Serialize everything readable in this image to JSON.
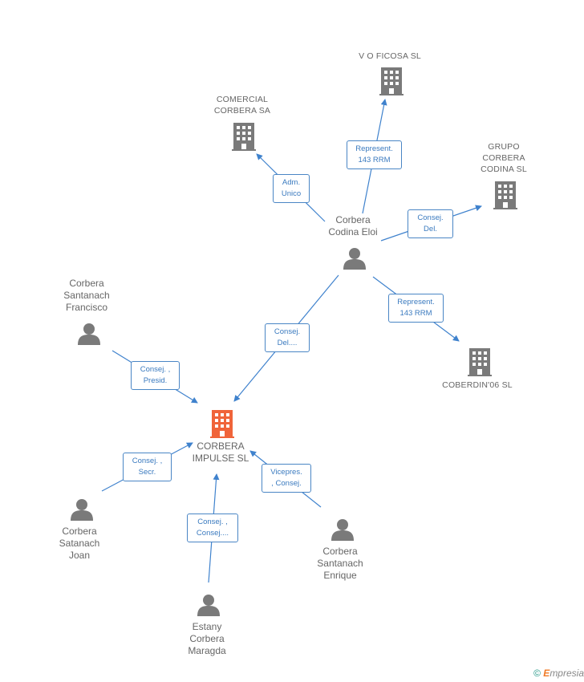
{
  "nodes": {
    "vo_ficosa": {
      "lines": [
        "V O FICOSA SL"
      ],
      "type": "company"
    },
    "comercial_corbera": {
      "lines": [
        "COMERCIAL",
        "CORBERA SA"
      ],
      "type": "company"
    },
    "grupo_corbera": {
      "lines": [
        "GRUPO",
        "CORBERA",
        "CODINA SL"
      ],
      "type": "company"
    },
    "corbera_codina_eloi": {
      "lines": [
        "Corbera",
        "Codina Eloi"
      ],
      "type": "person"
    },
    "coberdin": {
      "lines": [
        "COBERDIN'06 SL"
      ],
      "type": "company"
    },
    "corbera_santanach_francisco": {
      "lines": [
        "Corbera",
        "Santanach",
        "Francisco"
      ],
      "type": "person"
    },
    "corbera_impulse": {
      "lines": [
        "CORBERA",
        "IMPULSE SL"
      ],
      "type": "company",
      "highlight": true
    },
    "corbera_satanach_joan": {
      "lines": [
        "Corbera",
        "Satanach",
        "Joan"
      ],
      "type": "person"
    },
    "corbera_santanach_enrique": {
      "lines": [
        "Corbera",
        "Santanach",
        "Enrique"
      ],
      "type": "person"
    },
    "estany_corbera_maragda": {
      "lines": [
        "Estany",
        "Corbera",
        "Maragda"
      ],
      "type": "person"
    }
  },
  "edges": [
    {
      "id": "e1",
      "lines": [
        "Represent.",
        "143 RRM"
      ]
    },
    {
      "id": "e2",
      "lines": [
        "Adm.",
        "Unico"
      ]
    },
    {
      "id": "e3",
      "lines": [
        "Consej.",
        "Del."
      ]
    },
    {
      "id": "e4",
      "lines": [
        "Represent.",
        "143 RRM"
      ]
    },
    {
      "id": "e5",
      "lines": [
        "Consej.",
        "Del...."
      ]
    },
    {
      "id": "e6",
      "lines": [
        "Consej. ,",
        "Presid."
      ]
    },
    {
      "id": "e7",
      "lines": [
        "Consej. ,",
        "Secr."
      ]
    },
    {
      "id": "e8",
      "lines": [
        "Vicepres.",
        ", Consej."
      ]
    },
    {
      "id": "e9",
      "lines": [
        "Consej. ,",
        "Consej...."
      ]
    }
  ],
  "colors": {
    "edge": "#3f82cd",
    "icon": "#7a7a7a",
    "highlight": "#f0643a",
    "label": "#666666"
  },
  "footer": {
    "copyright": "©",
    "brand_e": "E",
    "brand_rest": "mpresia"
  }
}
